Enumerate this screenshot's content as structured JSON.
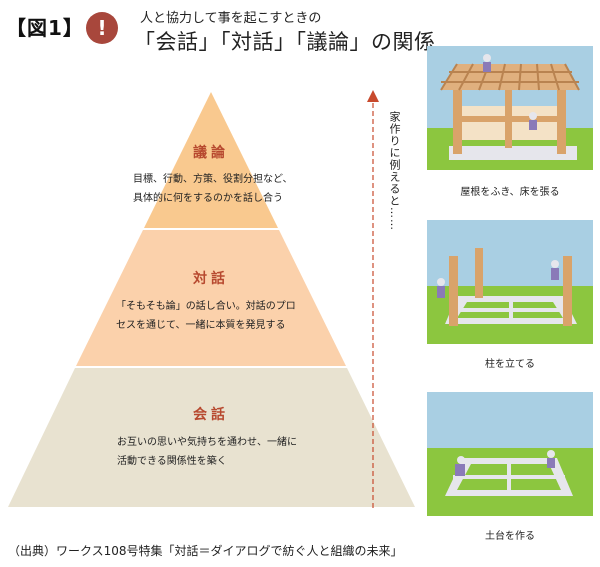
{
  "header": {
    "figure_label": "【図1】",
    "alert_symbol": "!",
    "subtitle": "人と協力して事を起こすときの",
    "title": "「会話」「対話」「議論」の関係"
  },
  "pyramid": {
    "layers": [
      {
        "heading": "議論",
        "lines": [
          "目標、行動、方策、役割分担など、",
          "具体的に何をするのかを話し合う"
        ],
        "color": "#f9c98f"
      },
      {
        "heading": "対話",
        "lines": [
          "「そもそも論」の話し合い。対話のプロ",
          "セスを通じて、一緒に本質を発見する"
        ],
        "color": "#fbd1ab"
      },
      {
        "heading": "会話",
        "lines": [
          "お互いの思いや気持ちを通わせ、一緒に",
          "活動できる関係性を築く"
        ],
        "color": "#e8e2d0"
      }
    ]
  },
  "arrow_note": "家作りに例えると……",
  "colors": {
    "arrow": "#c84a2d",
    "sky": "#a9cfe3",
    "grass": "#8cc63f",
    "wood": "#d9a36a",
    "foundation": "#e6e6ec",
    "worker": "#8a7ab8"
  },
  "scenes": [
    {
      "caption": "屋根をふき、床を張る",
      "icon": "house-roof-floor-illustration"
    },
    {
      "caption": "柱を立てる",
      "icon": "house-pillars-illustration"
    },
    {
      "caption": "土台を作る",
      "icon": "house-foundation-illustration"
    }
  ],
  "source": "（出典）ワークス108号特集「対話＝ダイアログで紡ぐ人と組織の未来」"
}
